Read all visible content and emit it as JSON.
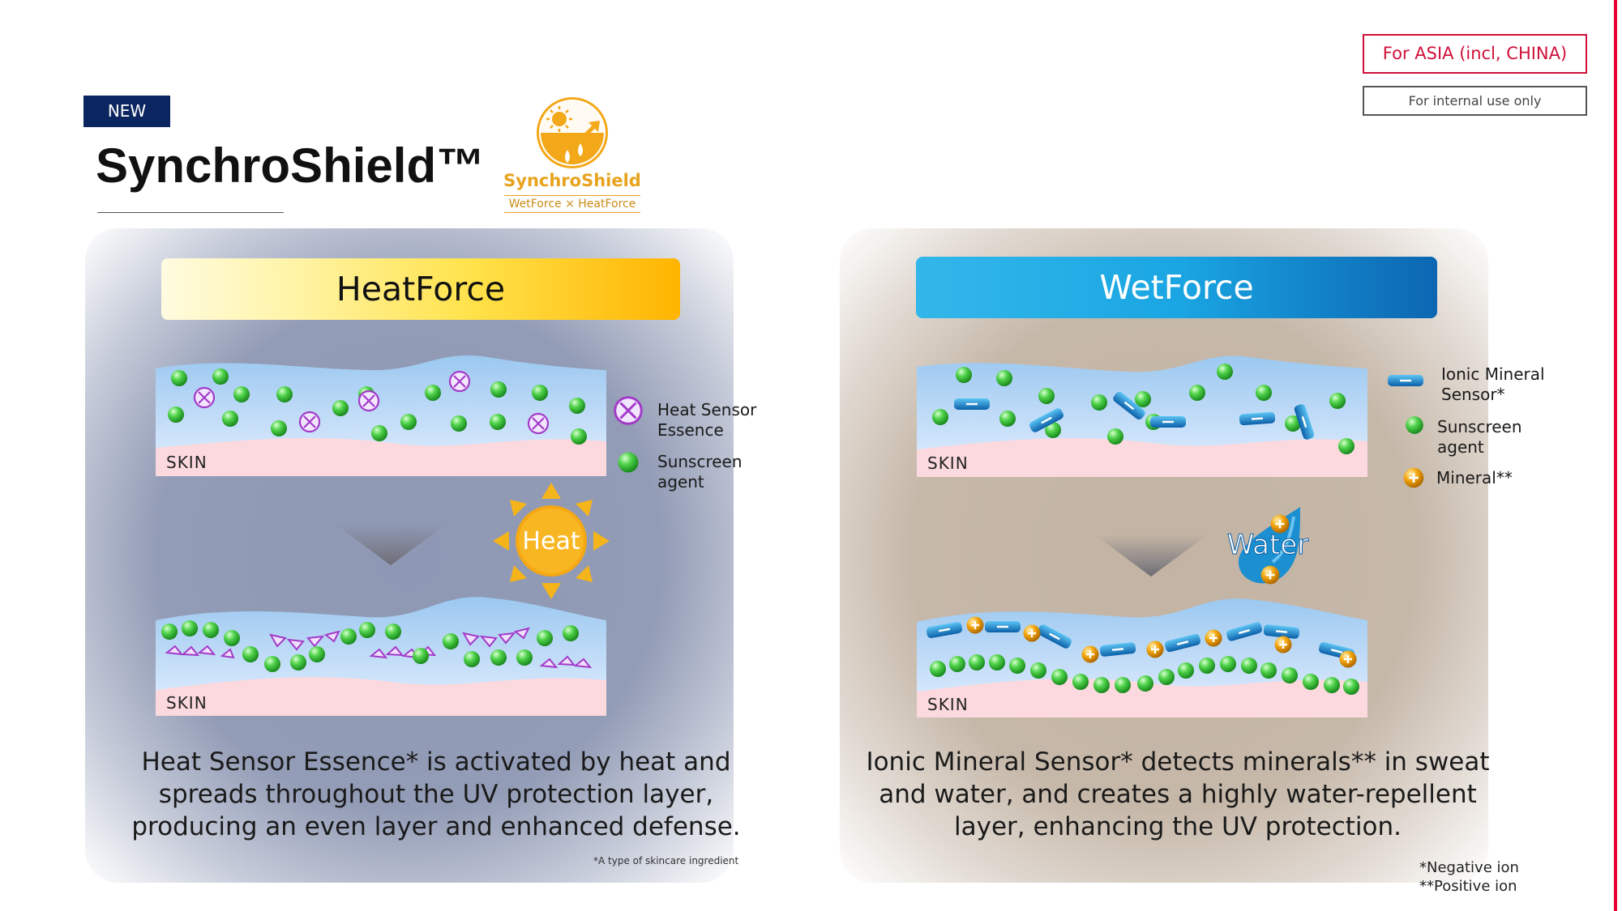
{
  "header": {
    "new_badge": "NEW",
    "title": "SynchroShield™",
    "region_tag": "For ASIA (incl, CHINA)",
    "internal_tag": "For internal use only"
  },
  "logo": {
    "name": "SynchroShield",
    "subtitle": "WetForce × HeatForce"
  },
  "heatforce": {
    "banner": "HeatForce",
    "skin_label": "SKIN",
    "legend": {
      "heat_sensor": "Heat Sensor Essence",
      "sunscreen": "Sunscreen agent"
    },
    "trigger": "Heat",
    "description": "Heat Sensor Essence* is activated by heat and spreads throughout the UV protection layer, producing an even layer and enhanced defense.",
    "footnote": "*A type of skincare ingredient"
  },
  "wetforce": {
    "banner": "WetForce",
    "skin_label": "SKIN",
    "legend": {
      "ionic": "Ionic Mineral Sensor*",
      "sunscreen": "Sunscreen agent",
      "mineral": "Mineral**"
    },
    "trigger": "Water",
    "description": "Ionic Mineral Sensor* detects minerals** in sweat and water, and creates a highly water-repellent layer, enhancing the UV protection.",
    "footnote_1": "*Negative ion",
    "footnote_2": "**Positive ion"
  },
  "colors": {
    "accent_red": "#e60033",
    "navy": "#0b2560",
    "sunscreen_green": "#3cc83c",
    "heat_purple": "#a23bc8",
    "ionic_blue": "#1b7fc4",
    "mineral_orange": "#f0a000"
  }
}
